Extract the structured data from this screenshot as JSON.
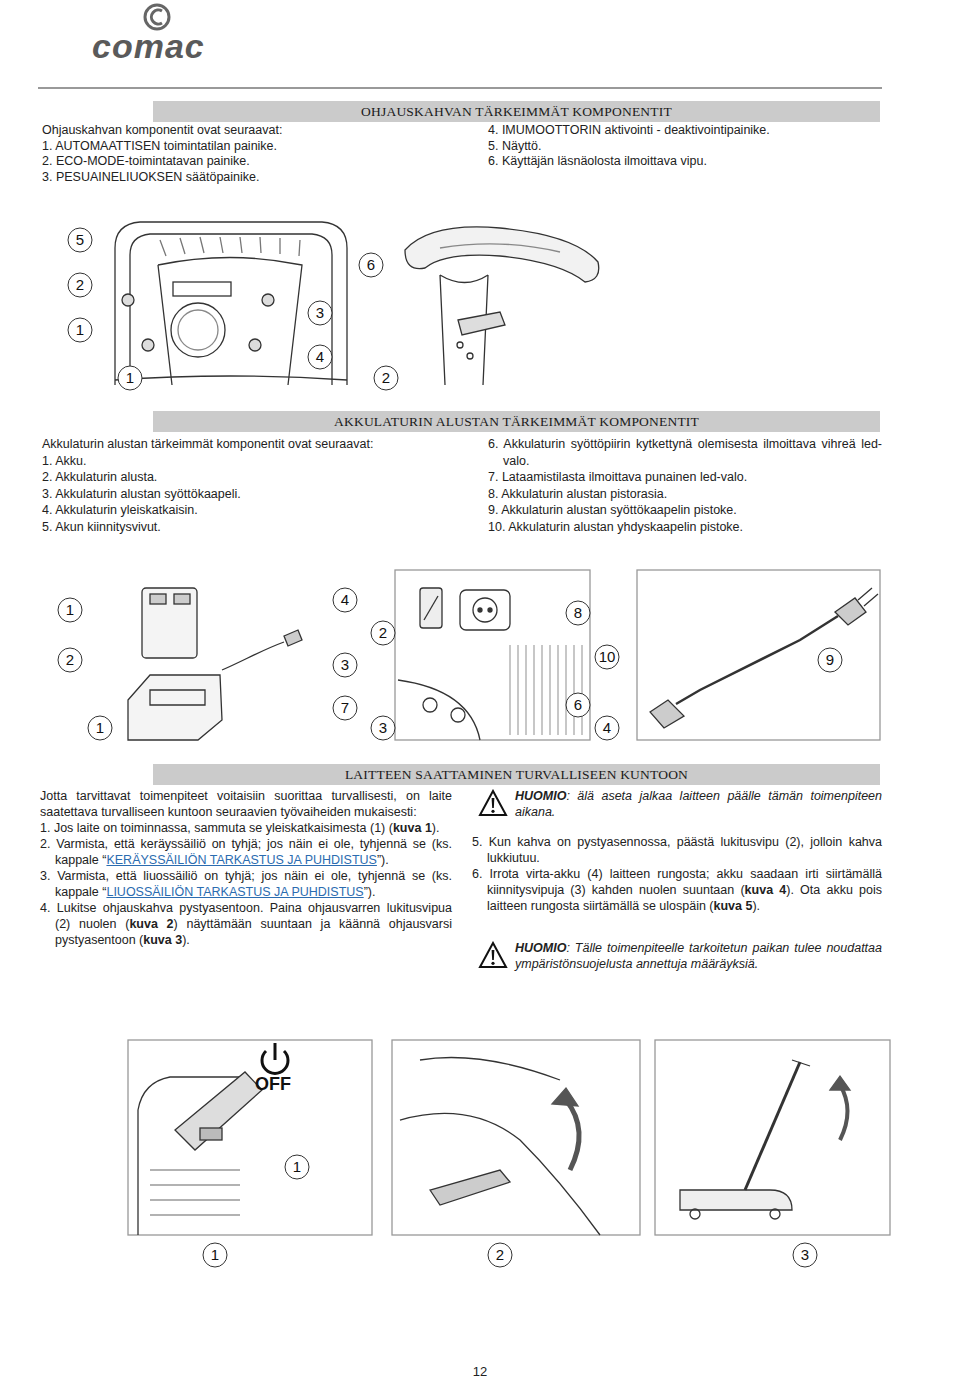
{
  "diagram": {
    "nodes": [
      {
        "text": [
          "OHJAUSKAHVAN TÄRKEIMMÄT KOMPONENTIT"
        ]
      },
      {
        "text": [
          "AKKULATURIN ALUSTAN TÄRKEIMMÄT KOMPONENTIT"
        ]
      },
      {
        "text": [
          "LAITTEEN SAATTAMINEN TURVALLISEEN KUNTOON"
        ]
      }
    ],
    "labels": [
      "comac",
      "Ohjauskahvan komponentit ovat seuraavat:",
      "1. AUTOMAATTISEN toimintatilan painike.",
      "2. ECO-MODE-toimintatavan painike.",
      "3. PESUAINELIUOKSEN säätöpainike.",
      "4. IMUMOOTTORIN aktivointi - deaktivointipainike.",
      "5. Näyttö.",
      "6. Käyttäjän läsnäolosta ilmoittava vipu.",
      "5",
      "2",
      "1",
      "1",
      "3",
      "4",
      "6",
      "2",
      "Akkulaturin alustan tärkeimmät komponentit ovat seuraavat:",
      "1. Akku.",
      "2. Akkulaturin alusta.",
      "3. Akkulaturin alustan syöttökaapeli.",
      "4. Akkulaturin yleiskatkaisin.",
      "5. Akun kiinnitysvivut.",
      "6. Akkulaturin syöttöpiirin kytkettynä olemisesta ilmoittava vihreä led-valo.",
      "7. Lataamistilasta ilmoittava punainen led-valo.",
      "8. Akkulaturin alustan pistorasia.",
      "9. Akkulaturin alustan syöttökaapelin pistoke.",
      "10. Akkulaturin alustan yhdyskaapelin pistoke.",
      "1",
      "2",
      "1",
      "4",
      "2",
      "3",
      "7",
      "3",
      "8",
      "10",
      "9",
      "6",
      "4",
      "Jotta tarvittavat toimenpiteet voitaisiin suorittaa turvallisesti, on laite saatettava turvalliseen kuntoon seuraavien työvaiheiden mukaisesti:",
      "1. Jos laite on toiminnassa, sammuta se yleiskatkaisimesta (1) (",
      "kuva 1",
      ").",
      "2. Varmista, että keräyssäiliö on tyhjä; jos näin ei ole, tyhjennä se (ks. kappale “",
      "KERÄYSSÄILIÖN TARKASTUS JA PUHDISTUS",
      "”).",
      "3. Varmista, että liuossäiliö on tyhjä; jos näin ei ole, tyhjennä se (ks. kappale “",
      "LIUOSSÄILIÖN TARKASTUS JA PUHDISTUS",
      "”).",
      "4. Lukitse ohjauskahva pystyasentoon. Paina ohjausvarren lukitusvipua (2) nuolen (",
      "kuva 2",
      ") näyttämään suuntaan ja käännä ohjausvarsi pystyasentoon (",
      "kuva 3",
      ").",
      "HUOMIO",
      ": älä aseta jalkaa laitteen päälle tämän toimenpiteen aikana.",
      "5. Kun kahva on pystyasennossa, päästä lukitusvipu (2), jolloin kahva lukkiutuu.",
      "6. Irrota virta-akku (4) laitteen rungosta; akku saadaan irti siirtämällä kiinnitysvipuja (3) kahden nuolen suuntaan (",
      "kuva 4",
      "). Ota akku pois laitteen rungosta siirtämällä se ulospäin (",
      "kuva 5",
      ").",
      "HUOMIO",
      ": Tälle toimenpiteelle tarkoitetun paikan tulee noudattaa ympäristönsuojelusta annettuja määräyksiä.",
      "OFF",
      "1",
      "1",
      "2",
      "3",
      "12"
    ]
  }
}
